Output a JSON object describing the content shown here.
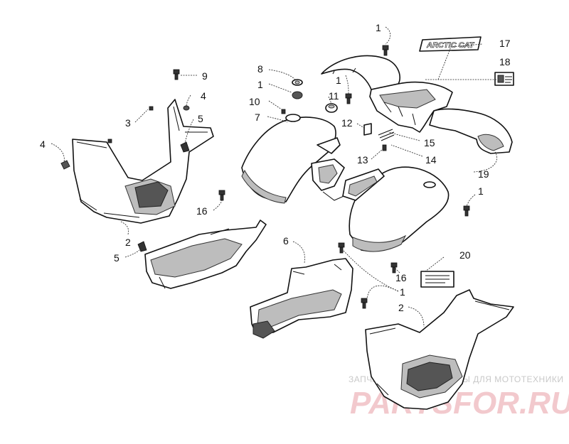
{
  "labels": [
    {
      "id": "n1a",
      "text": "1"
    },
    {
      "id": "n17",
      "text": "17"
    },
    {
      "id": "n18",
      "text": "18"
    },
    {
      "id": "n8",
      "text": "8"
    },
    {
      "id": "n9",
      "text": "9"
    },
    {
      "id": "n1b",
      "text": "1"
    },
    {
      "id": "n4a",
      "text": "4"
    },
    {
      "id": "n10",
      "text": "10"
    },
    {
      "id": "n11",
      "text": "11"
    },
    {
      "id": "n1c",
      "text": "1"
    },
    {
      "id": "n3",
      "text": "3"
    },
    {
      "id": "n5a",
      "text": "5"
    },
    {
      "id": "n7",
      "text": "7"
    },
    {
      "id": "n12",
      "text": "12"
    },
    {
      "id": "n4b",
      "text": "4"
    },
    {
      "id": "n15",
      "text": "15"
    },
    {
      "id": "n13",
      "text": "13"
    },
    {
      "id": "n14",
      "text": "14"
    },
    {
      "id": "n19",
      "text": "19"
    },
    {
      "id": "n1d",
      "text": "1"
    },
    {
      "id": "n16a",
      "text": "16"
    },
    {
      "id": "n2a",
      "text": "2"
    },
    {
      "id": "n6",
      "text": "6"
    },
    {
      "id": "n5b",
      "text": "5"
    },
    {
      "id": "n20",
      "text": "20"
    },
    {
      "id": "n16b",
      "text": "16"
    },
    {
      "id": "n1e",
      "text": "1"
    },
    {
      "id": "n2b",
      "text": "2"
    }
  ],
  "decal": {
    "brand": "ARCTIC CAT"
  },
  "watermark": {
    "tagline": "ЗАПЧАСТИ И АКСЕССУАРЫ ДЛЯ МОТОТЕХНИКИ",
    "logo": "PARTSFOR.RU"
  },
  "colors": {
    "ink": "#111111",
    "shade": "#bdbdbd",
    "watermark": "#f2c9cd"
  }
}
